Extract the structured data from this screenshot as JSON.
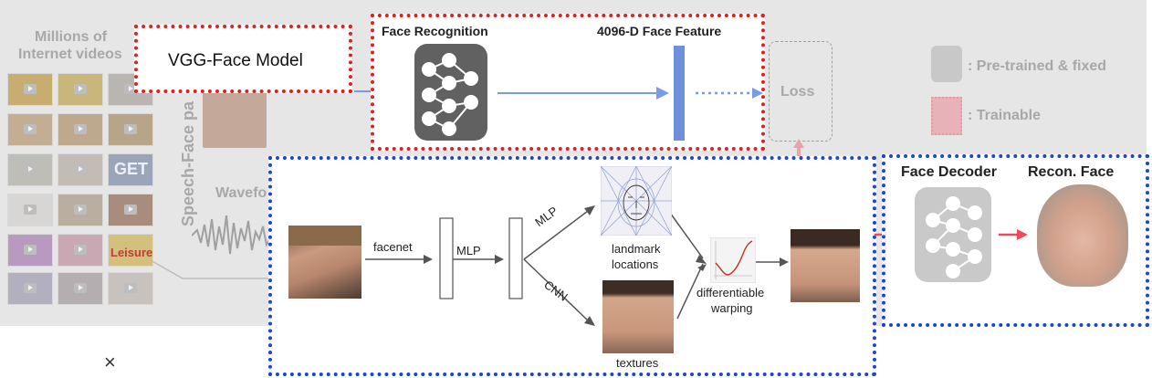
{
  "background": {
    "title_line1": "Millions of",
    "title_line2": "Internet videos",
    "speech_face_label": "Speech-Face pa",
    "waveform_label": "Wavefo",
    "thumb_badge_1": "GET",
    "thumb_badge_2": "Leisure"
  },
  "legend": {
    "pretrained_label": ": Pre-trained & fixed",
    "trainable_label": ": Trainable"
  },
  "loss_label": "Loss",
  "vgg_box": {
    "label": "VGG-Face Model"
  },
  "face_recognition": {
    "title": "Face Recognition",
    "feature_title": "4096-D Face Feature"
  },
  "pipeline": {
    "facenet_label": "facenet",
    "mlp_label": "MLP",
    "mlp_branch_label": "MLP",
    "cnn_branch_label": "CNN",
    "landmark_label_line1": "landmark",
    "landmark_label_line2": "locations",
    "textures_label": "textures",
    "warping_label_line1": "differentiable",
    "warping_label_line2": "warping"
  },
  "decoder": {
    "face_decoder_title": "Face Decoder",
    "recon_face_title": "Recon. Face"
  },
  "close_glyph": "×",
  "colors": {
    "red_dotted_border": "#e02020",
    "blue_dotted_border": "#1a45d6",
    "arrow_red": "#f04a5a",
    "arrow_blue": "#7a9be6",
    "background_gray": "#e6e6e6"
  }
}
